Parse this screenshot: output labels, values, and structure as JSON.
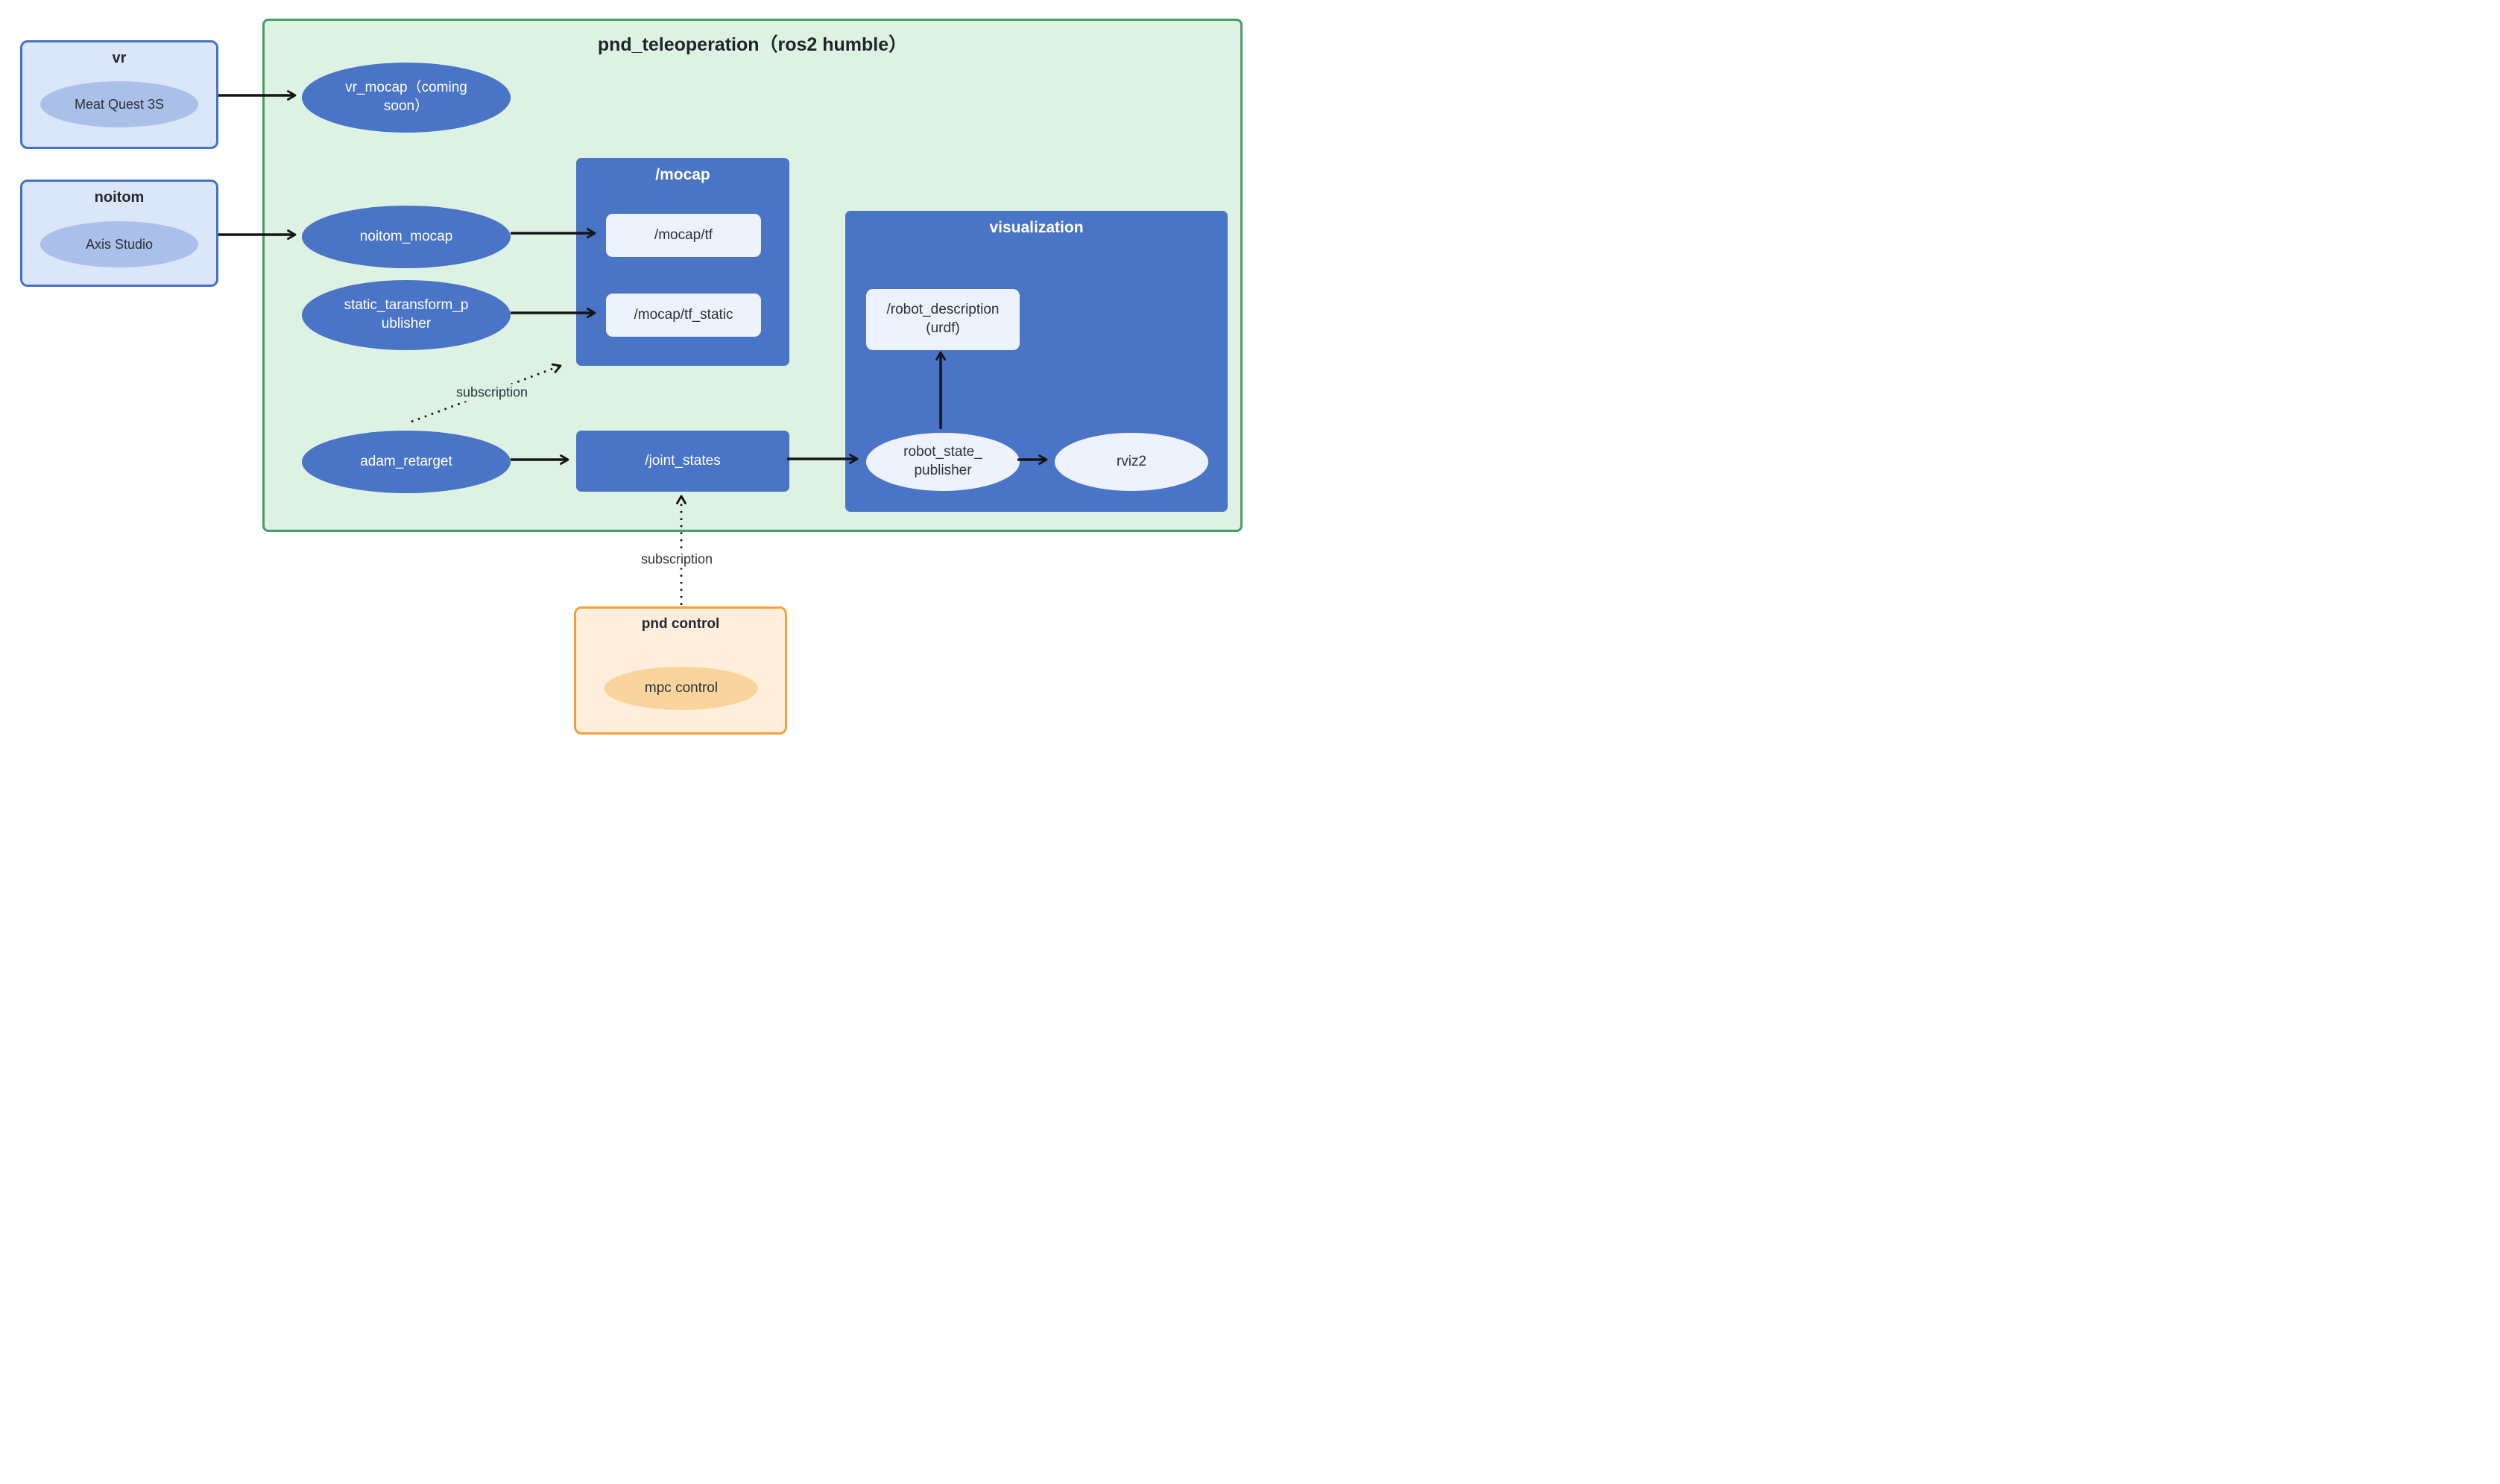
{
  "main": {
    "title": "pnd_teleoperation（ros2 humble）"
  },
  "vr_group": {
    "title": "vr",
    "node": "Meat Quest 3S"
  },
  "noitom_group": {
    "title": "noitom",
    "node": "Axis Studio"
  },
  "nodes": {
    "vr_mocap": "vr_mocap（coming\nsoon）",
    "noitom_mocap": "noitom_mocap",
    "static_transform_publisher": "static_taransform_p\nublisher",
    "adam_retarget": "adam_retarget"
  },
  "mocap": {
    "title": "/mocap",
    "tf": "/mocap/tf",
    "tf_static": "/mocap/tf_static"
  },
  "joint_states": {
    "label": "/joint_states"
  },
  "visualization": {
    "title": "visualization",
    "robot_description": "/robot_description\n(urdf)",
    "robot_state_publisher": "robot_state_\npublisher",
    "rviz2": "rviz2"
  },
  "pnd_control": {
    "title": "pnd control",
    "node": "mpc control"
  },
  "edges": {
    "subscription_mocap": "subscription",
    "subscription_joint_states": "subscription"
  },
  "colors": {
    "container_green_fill": "#ddf2e3",
    "container_green_border": "#4a9d68",
    "node_blue": "#4a74c6",
    "chip_white": "#eef2fc",
    "source_fill": "#dbe6f8",
    "source_border": "#4472c4",
    "source_ellipse": "#aac0e8",
    "control_fill": "#fdefdb",
    "control_border": "#f3a23b",
    "control_ellipse": "#f9d49c",
    "arrow": "#141414",
    "text_dark": "#2b3138"
  }
}
